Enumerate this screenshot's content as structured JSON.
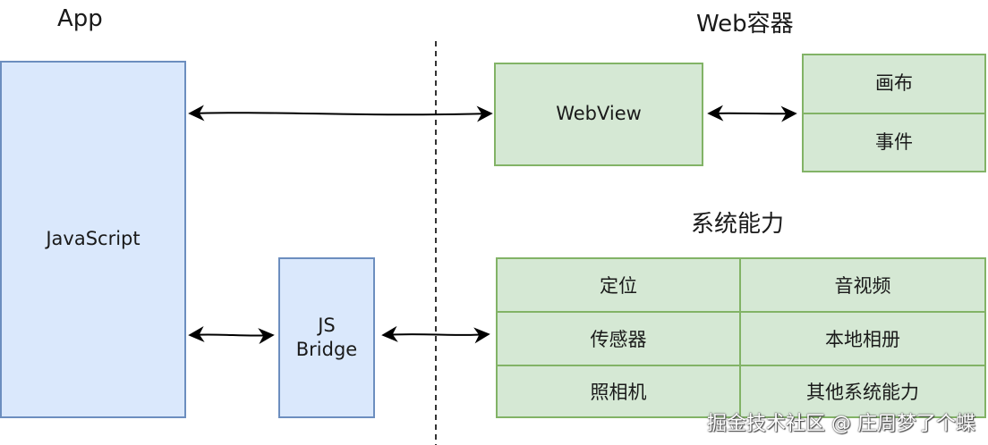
{
  "headings": {
    "app": "App",
    "web_container": "Web容器",
    "system_capabilities": "系统能力"
  },
  "app": {
    "javascript": "JavaScript",
    "js_bridge_line1": "JS",
    "js_bridge_line2": "Bridge"
  },
  "web": {
    "webview": "WebView",
    "canvas": "画布",
    "events": "事件"
  },
  "system": {
    "cells": [
      "定位",
      "音视频",
      "传感器",
      "本地相册",
      "照相机",
      "其他系统能力"
    ]
  },
  "watermark": "掘金技术社区 @ 庄周梦了个蝶",
  "colors": {
    "blue_fill": "#dae8fc",
    "blue_stroke": "#6c8ebf",
    "green_fill": "#d5e8d4",
    "green_stroke": "#82b366"
  }
}
